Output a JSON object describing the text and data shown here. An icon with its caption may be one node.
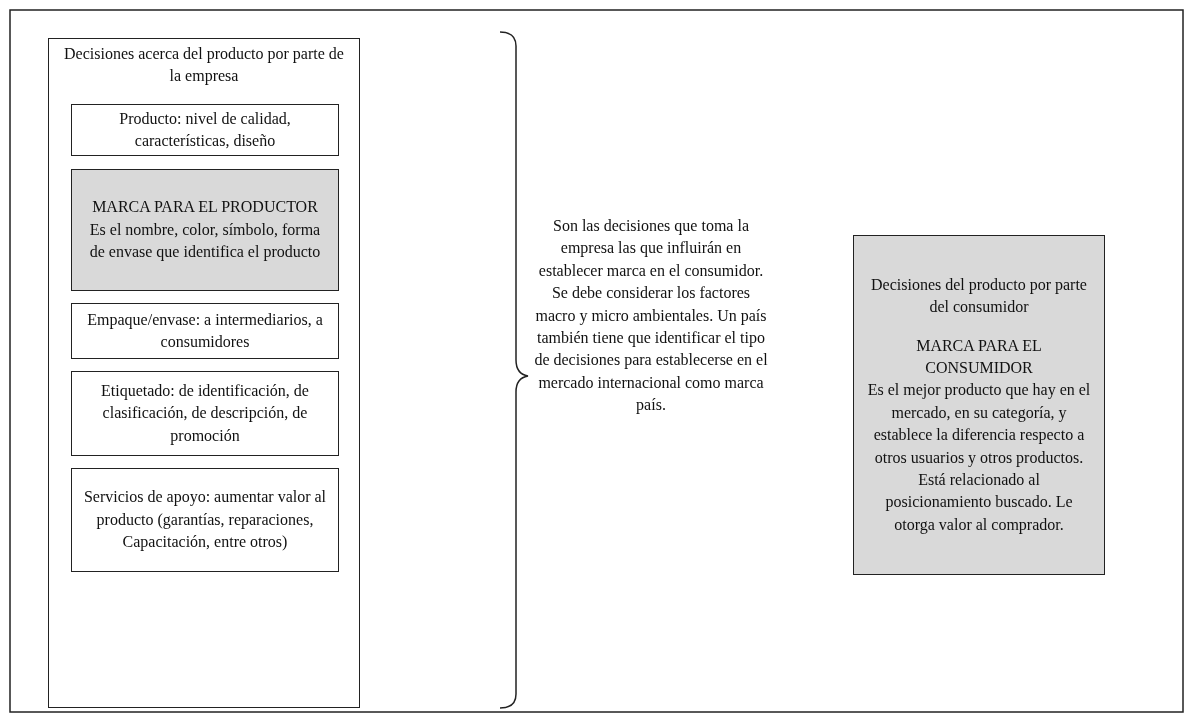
{
  "diagram": {
    "nodes": [
      {
        "text": [
          "Decisiones acerca del producto por parte de la empresa"
        ]
      },
      {
        "text": [
          "Producto: nivel de calidad, características, diseño"
        ],
        "in": 0
      },
      {
        "text": [
          "MARCA PARA EL PRODUCTOR",
          "Es el nombre, color, símbolo, forma de envase que identifica el producto"
        ],
        "in": 0
      },
      {
        "text": [
          "Empaque/envase: a intermediarios, a consumidores"
        ],
        "in": 0
      },
      {
        "text": [
          "Etiquetado: de identificación, de clasificación, de descripción, de promoción"
        ],
        "in": 0
      },
      {
        "text": [
          "Servicios de apoyo: aumentar valor al producto (garantías, reparaciones, Capacitación, entre otros)"
        ],
        "in": 0
      },
      {
        "text": [
          "Decisiones del producto por parte del consumidor",
          "MARCA PARA EL CONSUMIDOR",
          "Es el mejor producto que hay en el mercado, en su categoría, y establece la diferencia respecto a otros usuarios y otros productos. Está relacionado al posicionamiento buscado. Le otorga valor al comprador."
        ]
      }
    ],
    "edges": [],
    "labels": [
      "Son las decisiones que toma la empresa las que influirán en establecer marca en el consumidor. Se debe considerar los factores macro y micro ambientales. Un país también tiene que identificar el tipo de decisiones para establecerse en el mercado internacional como marca país."
    ]
  }
}
